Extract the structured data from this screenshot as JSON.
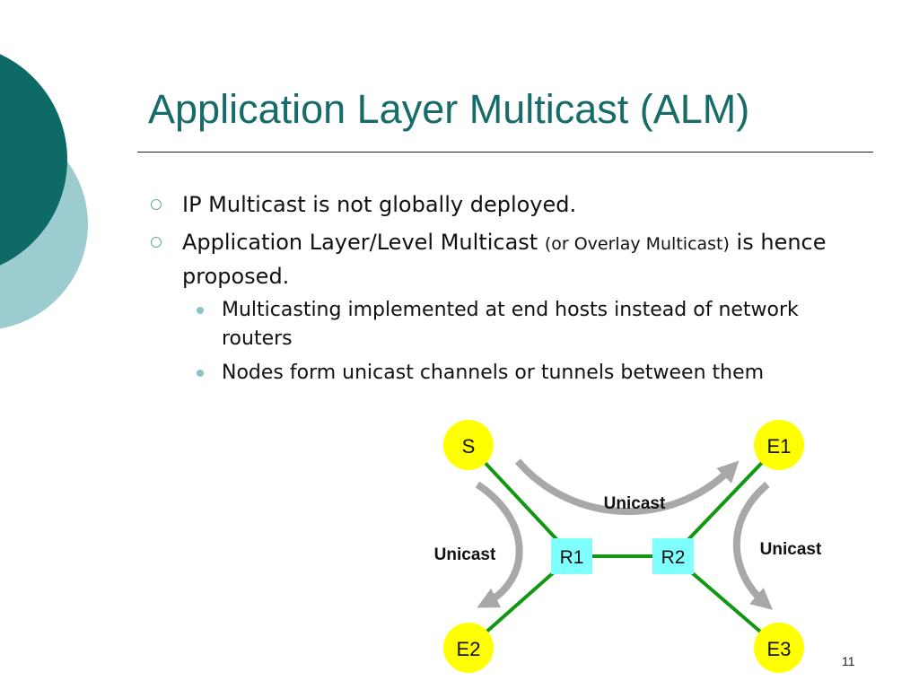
{
  "slide": {
    "title": "Application Layer Multicast (ALM)",
    "page_number": "11"
  },
  "bullets": [
    {
      "text": "IP Multicast is not globally deployed."
    },
    {
      "text_a": "Application Layer/Level Multicast ",
      "text_small": "(or Overlay Multicast)",
      "text_b": " is hence proposed."
    }
  ],
  "sub_bullets": [
    {
      "text": "Multicasting implemented at end hosts instead of network routers"
    },
    {
      "text": "Nodes form unicast channels or tunnels between them"
    }
  ],
  "diagram": {
    "nodes": {
      "S": "S",
      "E1": "E1",
      "E2": "E2",
      "E3": "E3",
      "R1": "R1",
      "R2": "R2"
    },
    "labels": {
      "unicast_top": "Unicast",
      "unicast_left": "Unicast",
      "unicast_right": "Unicast"
    }
  },
  "colors": {
    "title": "#176c6a",
    "deco_dark": "#0e6a66",
    "deco_light": "#9ccccf",
    "host_fill": "#ffff00",
    "router_fill": "#80ffff",
    "link": "#129712",
    "arrow": "#a8a8a8"
  }
}
